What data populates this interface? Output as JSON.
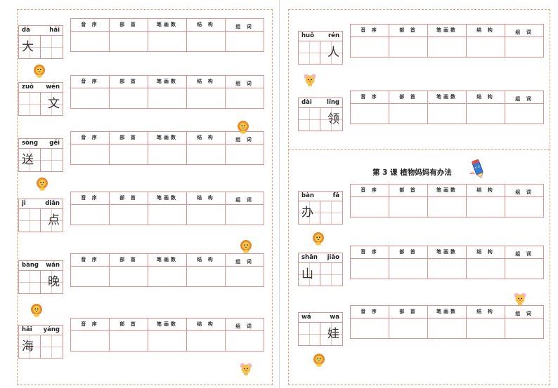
{
  "table_headers": [
    "音 序",
    "部 首",
    "笔画数",
    "结 构",
    "组 词"
  ],
  "lesson_title": "第 3 课  植物妈妈有办法",
  "left_entries": [
    {
      "py1": "dà",
      "py2": "hǎi",
      "hanzi": "大",
      "pos": "left"
    },
    {
      "py1": "zuò",
      "py2": "wén",
      "hanzi": "文",
      "pos": "right"
    },
    {
      "py1": "sòng",
      "py2": "gěi",
      "hanzi": "送",
      "pos": "left"
    },
    {
      "py1": "jì",
      "py2": "diǎn",
      "hanzi": "点",
      "pos": "right"
    },
    {
      "py1": "bàng",
      "py2": "wǎn",
      "hanzi": "晚",
      "pos": "right"
    },
    {
      "py1": "hǎi",
      "py2": "yáng",
      "hanzi": "海",
      "pos": "left"
    }
  ],
  "right_entries": [
    {
      "py1": "huǒ",
      "py2": "rén",
      "hanzi": "人",
      "pos": "right"
    },
    {
      "py1": "dài",
      "py2": "lǐng",
      "hanzi": "领",
      "pos": "right"
    },
    {
      "py1": "bàn",
      "py2": "fǎ",
      "hanzi": "办",
      "pos": "left"
    },
    {
      "py1": "shān",
      "py2": "jiǎo",
      "hanzi": "山",
      "pos": "left"
    },
    {
      "py1": "wá",
      "py2": "wa",
      "hanzi": "娃",
      "pos": "right"
    }
  ],
  "colors": {
    "grid_red": "#e2908c",
    "frame_orange": "#f0a070"
  },
  "icons": [
    "lion-sticker-icon",
    "mouse-sticker-icon",
    "pencil-mascot-icon"
  ]
}
